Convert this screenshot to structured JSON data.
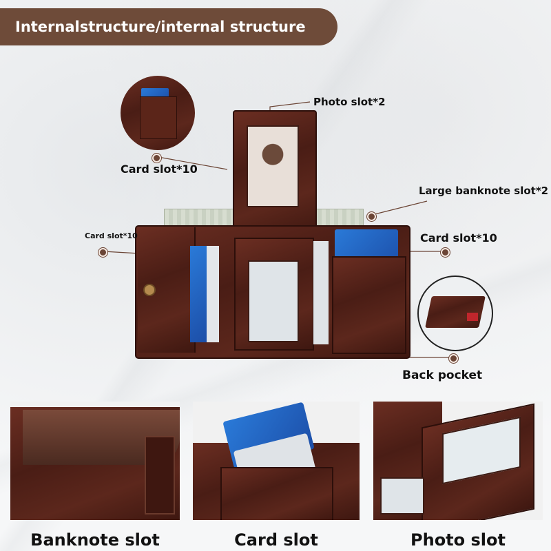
{
  "header": {
    "title": "Internalstructure/internal structure"
  },
  "callouts": {
    "card_slot_top_left": "Card slot*10",
    "photo_slot": "Photo slot*2",
    "large_banknote_slot": "Large banknote slot*2",
    "card_slot_small_left": "Card slot*10",
    "card_slot_right": "Card slot*10",
    "back_pocket": "Back pocket"
  },
  "bottom_panels": [
    {
      "label": "Banknote slot"
    },
    {
      "label": "Card slot"
    },
    {
      "label": "Photo slot"
    }
  ],
  "colors": {
    "banner": "#6e4b39",
    "leather": "#4a1d15",
    "card": "#2a7ad8"
  }
}
